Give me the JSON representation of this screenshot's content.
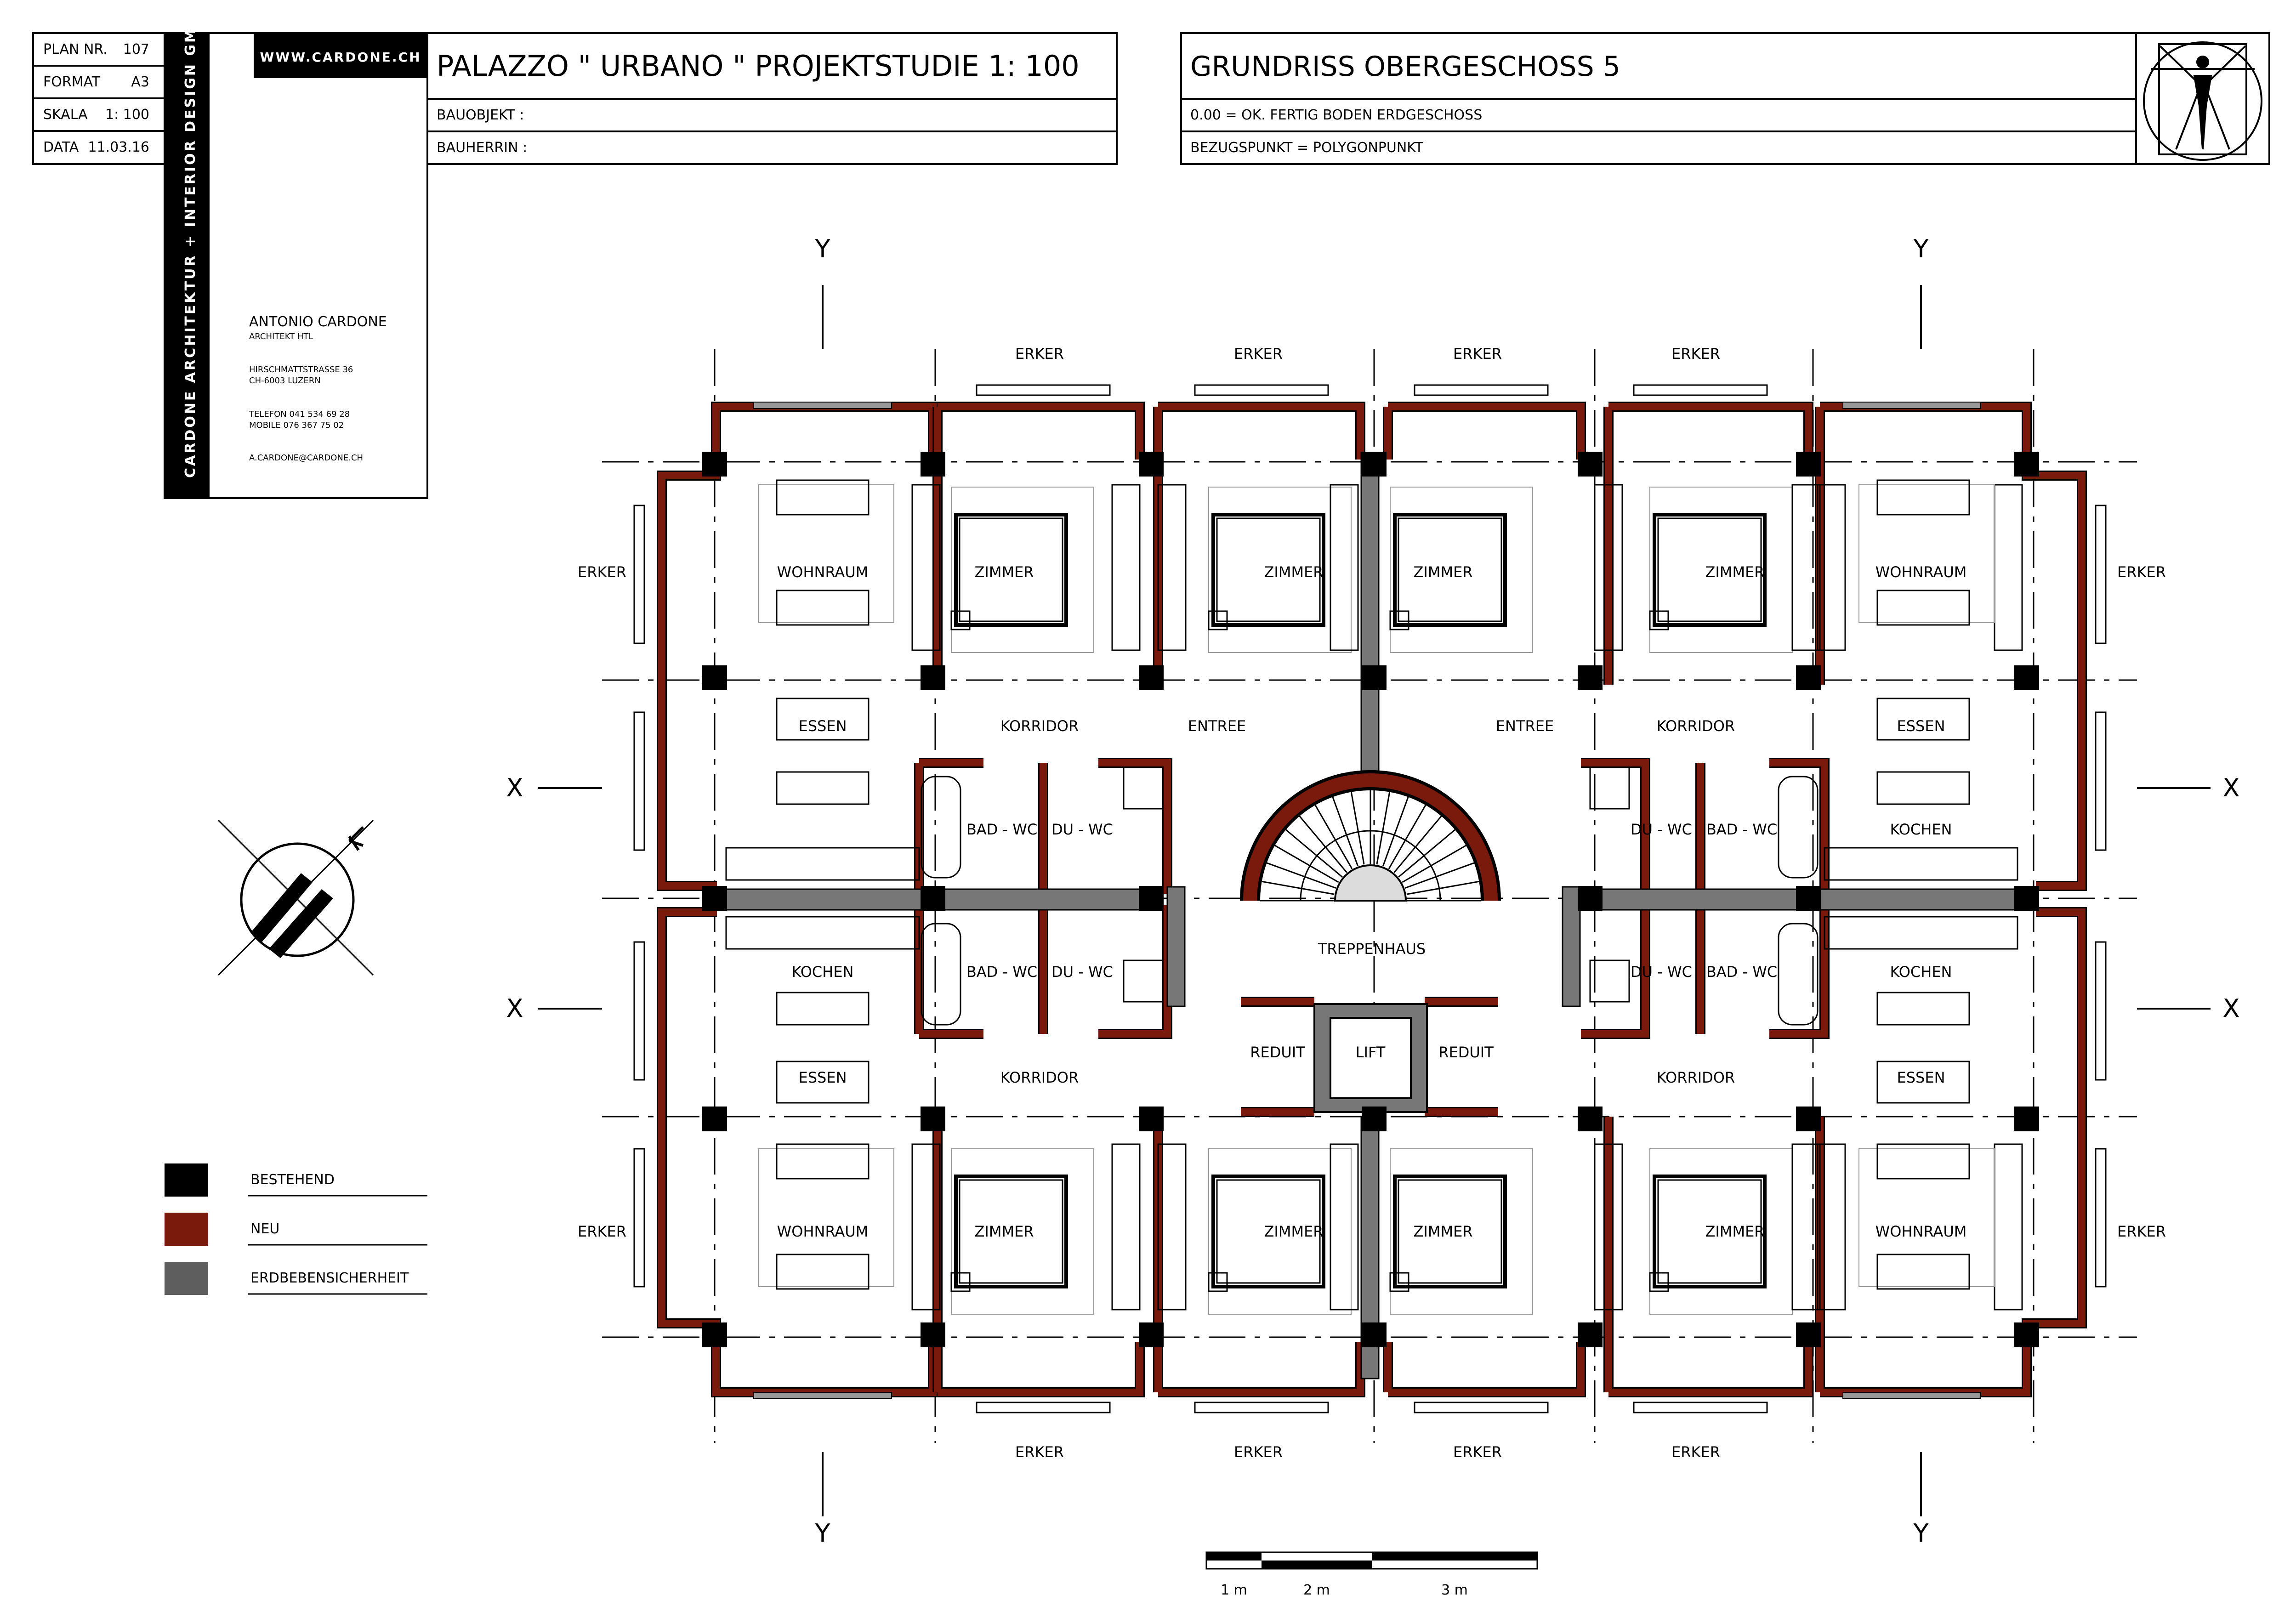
{
  "plan_meta": {
    "plan_nr_label": "PLAN NR.",
    "plan_nr": "107",
    "format_label": "FORMAT",
    "format": "A3",
    "skala_label": "SKALA",
    "skala": "1: 100",
    "data_label": "DATA",
    "data": "11.03.16"
  },
  "firm": {
    "website": "WWW.CARDONE.CH",
    "vertical_name": "CARDONE ARCHITEKTUR  +  INTERIOR DESIGN GMBH",
    "name": "ANTONIO  CARDONE",
    "subtitle": "ARCHITEKT HTL",
    "street": "HIRSCHMATTSTRASSE 36",
    "city": "CH-6003 LUZERN",
    "phone": "TELEFON 041 534 69 28",
    "mobile": "MOBILE    076 367 75 02",
    "email": "A.CARDONE@CARDONE.CH"
  },
  "project": {
    "title": "PALAZZO  \" URBANO \"  PROJEKTSTUDIE    1: 100",
    "bauobjekt_label": "BAUOBJEKT :",
    "bauherrin_label": "BAUHERRIN :"
  },
  "plan": {
    "title": "GRUNDRISS  OBERGESCHOSS 5",
    "level_note": "0.00 = OK. FERTIG  BODEN  ERDGESCHOSS",
    "reference": "BEZUGSPUNKT = POLYGONPUNKT"
  },
  "legend": [
    {
      "label": "BESTEHEND",
      "color": "#000000"
    },
    {
      "label": "NEU",
      "color": "#7a1a0c"
    },
    {
      "label": "ERDBEBENSICHERHEIT",
      "color": "#5e5e5e"
    }
  ],
  "colors": {
    "existing": "#000000",
    "new": "#7a1a0c",
    "seismic": "#777777"
  },
  "axes": {
    "y": "Y",
    "x": "X"
  },
  "scale_bar": [
    "1 m",
    "2 m",
    "3 m"
  ],
  "rooms": {
    "erker": "ERKER",
    "wohnraum": "WOHNRAUM",
    "zimmer": "ZIMMER",
    "essen": "ESSEN",
    "kochen": "KOCHEN",
    "korridor": "KORRIDOR",
    "entree": "ENTREE",
    "bad_wc": "BAD - WC",
    "du_wc": "DU - WC",
    "treppenhaus": "TREPPENHAUS",
    "reduit": "REDUIT",
    "lift": "LIFT"
  }
}
